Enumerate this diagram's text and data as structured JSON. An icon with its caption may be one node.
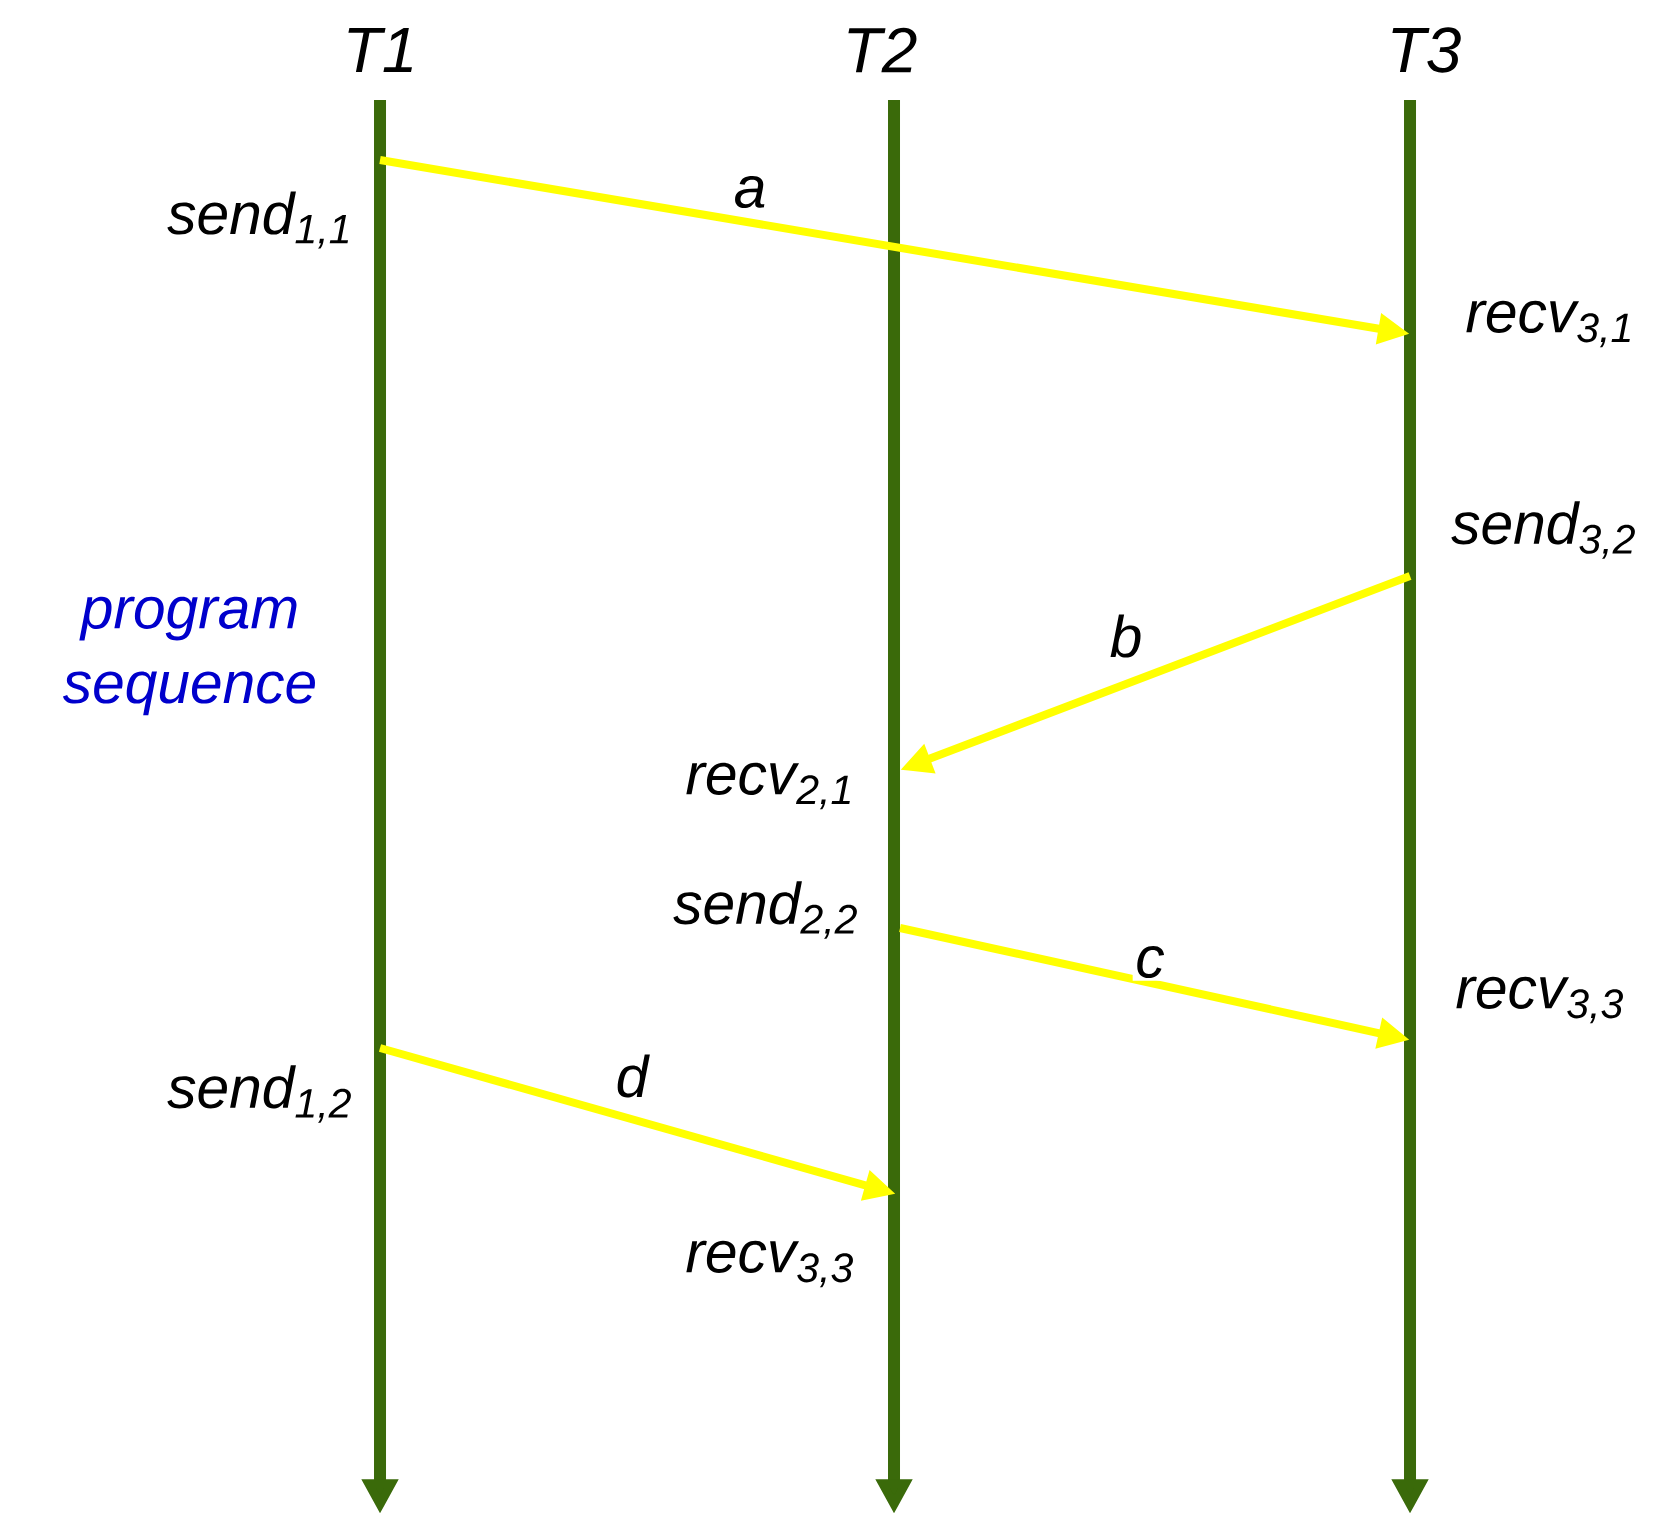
{
  "diagram": {
    "nodes": [
      {
        "text": [
          "*send*$_{1,1}$"
        ]
      },
      {
        "text": [
          "*recv*$_{3,1}$"
        ]
      },
      {
        "text": [
          "*send*$_{3,2}$"
        ]
      },
      {
        "text": [
          "*recv*$_{2,1}$"
        ]
      },
      {
        "text": [
          "*send*$_{2,2}$"
        ]
      },
      {
        "text": [
          "*recv*$_{3,3}$"
        ]
      },
      {
        "text": [
          "*send*$_{1,2}$"
        ]
      },
      {
        "text": [
          "*recv*$_{3,3}$"
        ]
      }
    ],
    "edges": [
      {
        "from": 0,
        "to": 1,
        "arrow": "to",
        "label": "a"
      },
      {
        "from": 2,
        "to": 3,
        "arrow": "to",
        "label": "b"
      },
      {
        "from": 4,
        "to": 5,
        "arrow": "to",
        "label": "c"
      },
      {
        "from": 6,
        "to": 7,
        "arrow": "to",
        "label": "d"
      }
    ],
    "labels": [
      "T1",
      "T2",
      "T3",
      "program sequence"
    ]
  }
}
